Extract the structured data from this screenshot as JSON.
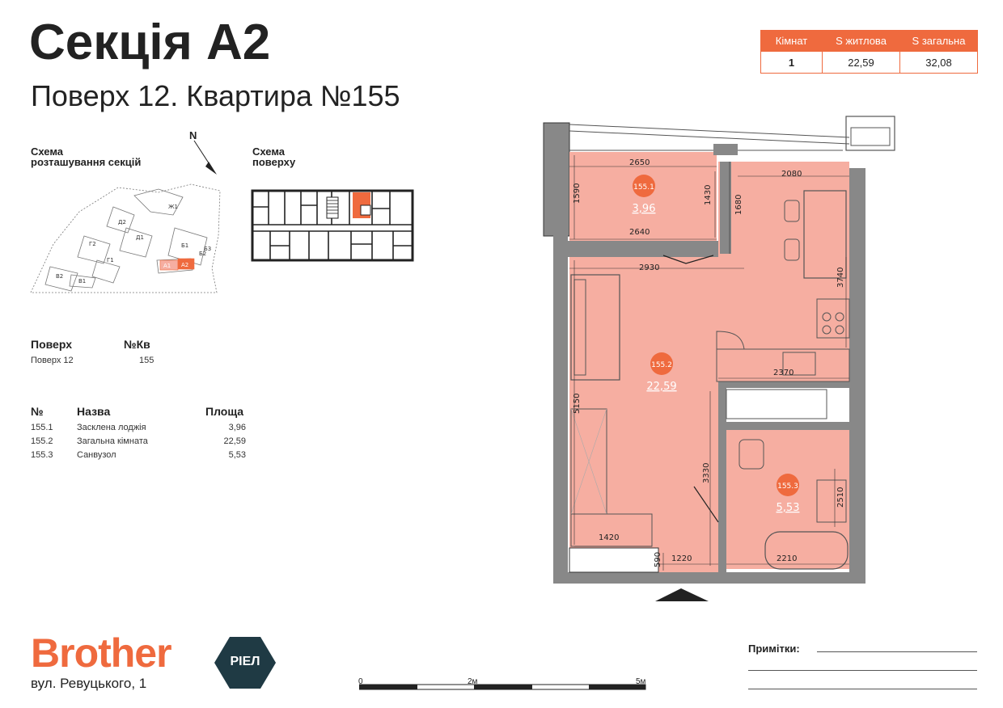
{
  "header": {
    "title": "Секція А2",
    "subtitle": "Поверх 12. Квартира №155"
  },
  "summary": {
    "headers": [
      "Кімнат",
      "S житлова",
      "S загальна"
    ],
    "values": [
      "1",
      "22,59",
      "32,08"
    ]
  },
  "schemes": {
    "sections_label": [
      "Схема",
      "розташування секцій"
    ],
    "floor_label": [
      "Схема",
      "поверху"
    ],
    "north": "N",
    "sections": [
      "Ж1",
      "Д2",
      "Д1",
      "Г2",
      "Г1",
      "Б2",
      "Б1",
      "Б3",
      "В2",
      "В1",
      "А1",
      "А2"
    ]
  },
  "info": {
    "floor_head": "Поверх",
    "number_head": "№Кв",
    "floor_value": "Поверх 12",
    "number_value": "155"
  },
  "rooms": {
    "headers": [
      "№",
      "Назва",
      "Площа"
    ],
    "items": [
      {
        "id": "155.1",
        "name": "Засклена лоджія",
        "area": "3,96"
      },
      {
        "id": "155.2",
        "name": "Загальна кімната",
        "area": "22,59"
      },
      {
        "id": "155.3",
        "name": "Санвузол",
        "area": "5,53"
      }
    ]
  },
  "plan": {
    "labels": [
      {
        "id": "155.1",
        "area": "3,96"
      },
      {
        "id": "155.2",
        "area": "22,59"
      },
      {
        "id": "155.3",
        "area": "5,53"
      }
    ],
    "dims": [
      "2650",
      "1590",
      "1430",
      "2640",
      "2080",
      "1680",
      "2930",
      "3740",
      "2370",
      "5150",
      "3330",
      "2510",
      "1420",
      "590",
      "1220",
      "2210"
    ]
  },
  "footer": {
    "brand": "Brother",
    "badge": "РІЕЛ",
    "address": "вул. Ревуцького, 1",
    "scale": [
      "0",
      "2м",
      "5м"
    ],
    "notes_label": "Примітки:"
  },
  "colors": {
    "accent": "#ef6a3e",
    "room_fill": "#f6aea1",
    "badge": "#1f3a44"
  }
}
